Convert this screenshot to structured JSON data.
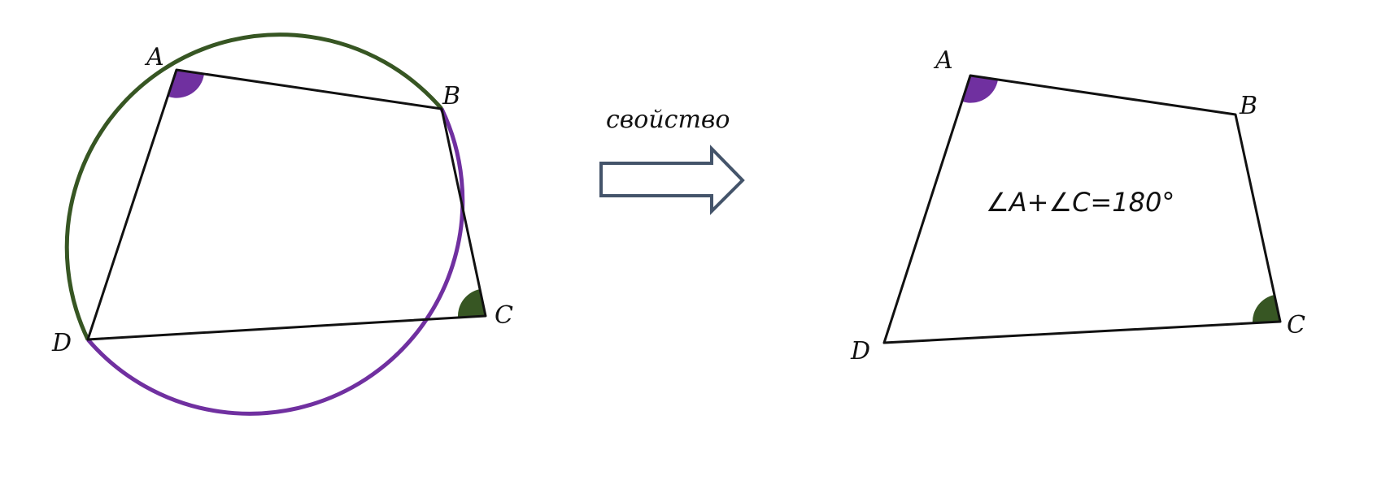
{
  "colors": {
    "purple": "#7030a0",
    "green": "#375623",
    "arrow_stroke": "#44546a",
    "line": "#111111"
  },
  "left_figure": {
    "labels": {
      "A": "A",
      "B": "B",
      "C": "C",
      "D": "D"
    }
  },
  "arrow": {
    "caption": "свойство"
  },
  "right_figure": {
    "labels": {
      "A": "A",
      "B": "B",
      "C": "C",
      "D": "D"
    },
    "formula": "∠A+∠C=180°"
  }
}
